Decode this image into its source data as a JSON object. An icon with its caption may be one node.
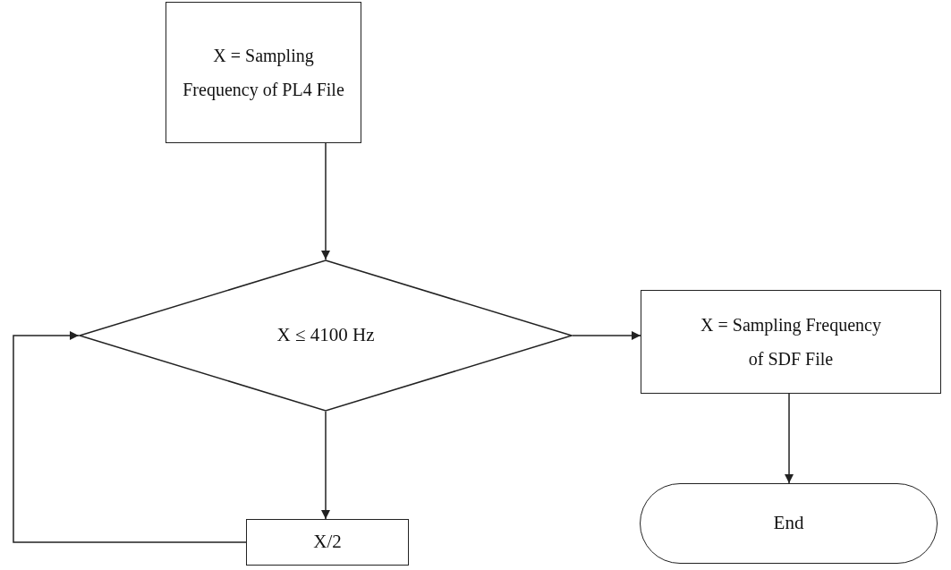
{
  "diagram": {
    "nodes": [
      {
        "text": [
          "X = Sampling Frequency of PL4 File"
        ]
      },
      {
        "text": [
          "X ≤ 4100 Hz"
        ]
      },
      {
        "text": [
          "X = Sampling Frequency of SDF File"
        ]
      },
      {
        "text": [
          "X/2"
        ]
      },
      {
        "text": [
          "End"
        ]
      }
    ],
    "edges": [
      {
        "from": 0,
        "to": 1,
        "arrow": "to"
      },
      {
        "from": 1,
        "to": 2,
        "arrow": "to"
      },
      {
        "from": 1,
        "to": 3,
        "arrow": "to"
      },
      {
        "from": 3,
        "to": 1,
        "arrow": "to"
      },
      {
        "from": 2,
        "to": 4,
        "arrow": "to"
      }
    ]
  }
}
